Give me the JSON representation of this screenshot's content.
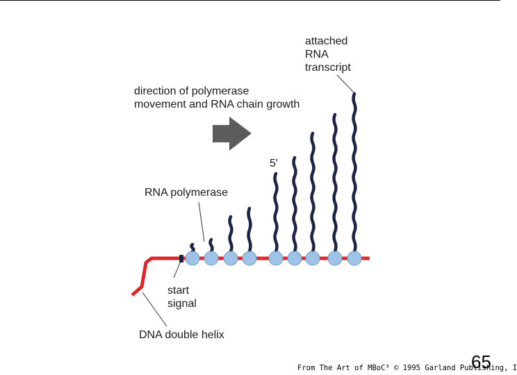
{
  "labels": {
    "attached": [
      "attached",
      "RNA",
      "transcript"
    ],
    "direction": [
      "direction of polymerase",
      "movement and RNA chain growth"
    ],
    "five_prime": "5'",
    "rna_polymerase": "RNA polymerase",
    "start_signal": [
      "start",
      "signal"
    ],
    "dna": "DNA double helix"
  },
  "credit": "From The Art of MBoC³ © 1995 Garland Publishing, I",
  "page_number": "65",
  "colors": {
    "dna": "#e0262a",
    "polymerase": "#9ec3e6",
    "polymerase_outline": "#6f9cc8",
    "rna": "#1b2447",
    "arrow": "#5c5c5c",
    "leader": "#333333"
  }
}
